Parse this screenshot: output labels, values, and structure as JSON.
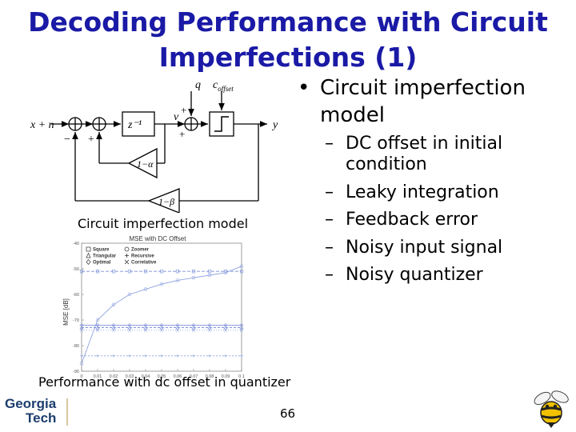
{
  "slide": {
    "title_line1": "Decoding Performance with Circuit",
    "title_line2": "Imperfections (1)",
    "main_bullet": "Circuit imperfection model",
    "sub_bullets": [
      "DC offset in initial condition",
      "Leaky integration",
      "Feedback error",
      "Noisy input signal",
      "Noisy quantizer"
    ],
    "caption_model": "Circuit imperfection model",
    "caption_plot": "Performance with dc offset in quantizer",
    "page_number": "66",
    "logo_line1": "Georgia",
    "logo_line2": "Tech"
  },
  "diagram": {
    "input_label": "x + n",
    "q_label": "q",
    "c_label": "c",
    "c_sub": "offset",
    "v_label": "v",
    "y_label": "y",
    "delay_label": "z⁻¹",
    "alpha_label": "1−α",
    "beta_label": "1−β"
  },
  "chart_data": {
    "type": "line",
    "title": "MSE with DC Offset",
    "ylabel": "MSE [dB]",
    "xlim": [
      0,
      0.1
    ],
    "ylim": [
      -90,
      -40
    ],
    "x_ticks": [
      "0",
      "0.01",
      "0.02",
      "0.03",
      "0.04",
      "0.05",
      "0.06",
      "0.07",
      "0.08",
      "0.09",
      "0.1"
    ],
    "y_ticks": [
      "-40",
      "-50",
      "-60",
      "-70",
      "-80",
      "-90"
    ],
    "legend": [
      "Square",
      "Zoomer",
      "Triangular",
      "Recursive",
      "Optimal",
      "Correlative"
    ],
    "x": [
      0,
      0.01,
      0.02,
      0.03,
      0.04,
      0.05,
      0.06,
      0.07,
      0.08,
      0.09,
      0.1
    ],
    "series": [
      {
        "name": "Square",
        "values": [
          -51,
          -51,
          -51,
          -51,
          -51,
          -51,
          -51,
          -51,
          -51,
          -51,
          -51
        ]
      },
      {
        "name": "Zoomer",
        "values": [
          -87,
          -70,
          -64,
          -60,
          -58,
          -56,
          -54.5,
          -53.5,
          -52.5,
          -51.5,
          -49
        ]
      },
      {
        "name": "Triangular",
        "values": [
          -73,
          -73,
          -73,
          -73,
          -73,
          -73,
          -73,
          -73,
          -73,
          -73,
          -73
        ]
      },
      {
        "name": "Recursive",
        "values": [
          -84,
          -84,
          -84,
          -84,
          -84,
          -84,
          -84,
          -84,
          -84,
          -84,
          -84
        ]
      },
      {
        "name": "Optimal",
        "values": [
          -72,
          -72,
          -72,
          -72,
          -72,
          -72,
          -72,
          -72,
          -72,
          -72,
          -72
        ]
      },
      {
        "name": "Correlative",
        "values": [
          -74,
          -74,
          -74,
          -74,
          -74,
          -74,
          -74,
          -74,
          -74,
          -74,
          -74
        ]
      }
    ]
  }
}
